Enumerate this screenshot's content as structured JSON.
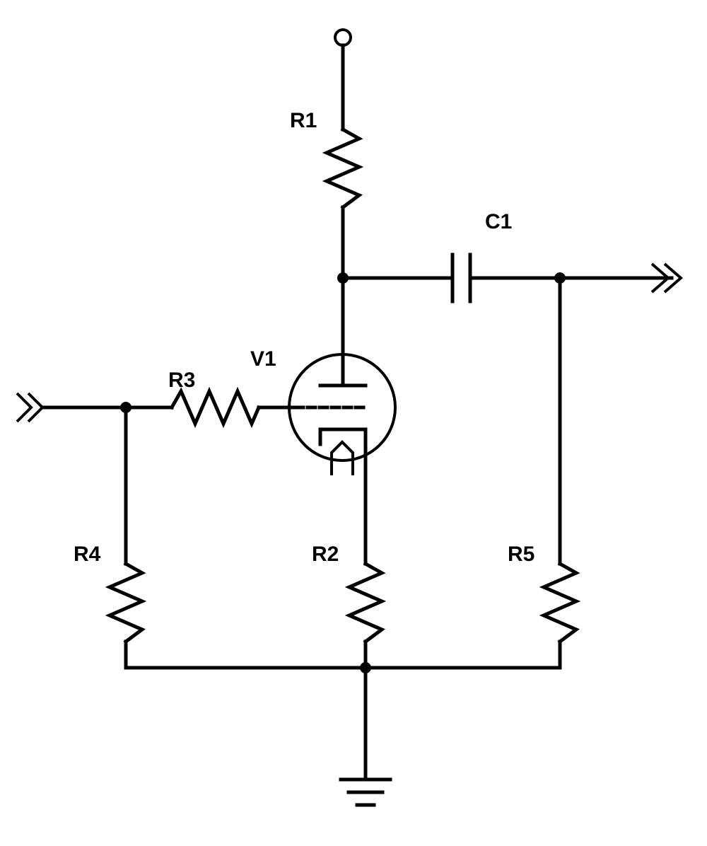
{
  "labels": {
    "r1": "R1",
    "r2": "R2",
    "r3": "R3",
    "r4": "R4",
    "r5": "R5",
    "c1": "C1",
    "v1": "V1"
  },
  "colors": {
    "stroke": "#000000",
    "background": "#ffffff"
  }
}
